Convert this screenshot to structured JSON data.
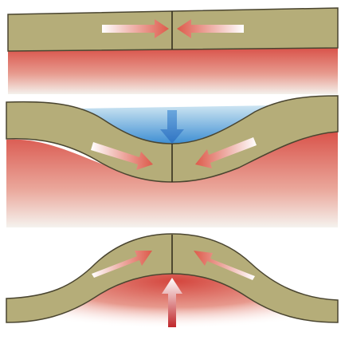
{
  "diagram": {
    "colors": {
      "background": "#ffffff",
      "crust": "#b5ad79",
      "crust_outline": "#4a4530",
      "mantle": "#d9534a",
      "mantle_fade": "#f4f1ec",
      "water": "#3f8fd3",
      "water_light": "#cde5f2",
      "arrow_head": "#dd5a4a",
      "arrow_tail": "#ffffff",
      "down_arrow": "#2f74c3",
      "up_arrow_head": "#ffffff",
      "up_arrow_tail": "#c0262a"
    },
    "panels": [
      {
        "id": "top",
        "crust_shape": "flat",
        "water": false,
        "vertical_arrow": "none",
        "horizontal_arrows": "inward"
      },
      {
        "id": "middle",
        "crust_shape": "syncline",
        "water": true,
        "vertical_arrow": "down",
        "horizontal_arrows": "inward"
      },
      {
        "id": "bottom",
        "crust_shape": "anticline",
        "water": false,
        "vertical_arrow": "up",
        "horizontal_arrows": "inward"
      }
    ]
  }
}
